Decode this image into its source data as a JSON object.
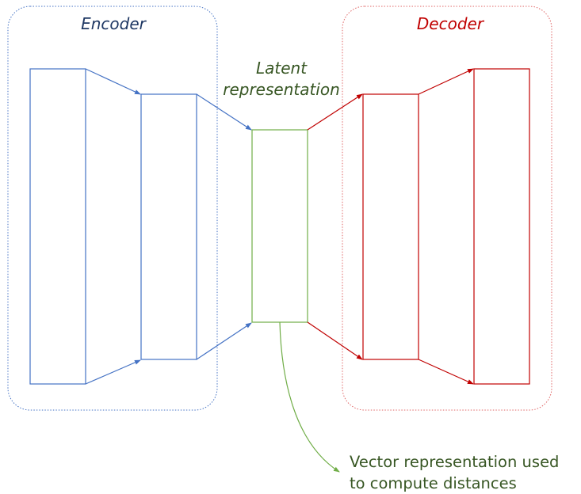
{
  "diagram": {
    "encoder": {
      "label": "Encoder"
    },
    "latent": {
      "label_line1": "Latent",
      "label_line2": "representation"
    },
    "decoder": {
      "label": "Decoder"
    },
    "note": {
      "line1": "Vector representation used",
      "line2": "to compute distances"
    }
  },
  "colors": {
    "encoder": "#4472C4",
    "encoder_text": "#1F3864",
    "latent": "#70AD47",
    "latent_text": "#375623",
    "decoder": "#C00000",
    "decoder_dotted": "#E06666"
  }
}
